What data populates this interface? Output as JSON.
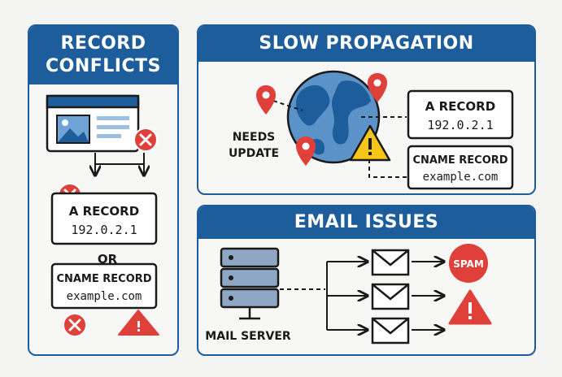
{
  "panels": {
    "record_conflicts": {
      "title": "RECORD\nCONFLICTS",
      "a_record_label": "A RECORD",
      "a_record_value": "192.0.2.1",
      "or": "OR",
      "cname_label": "CNAME RECORD",
      "cname_value": "example.com"
    },
    "slow_propagation": {
      "title": "SLOW PROPAGATION",
      "needs_update_1": "NEEDS",
      "needs_update_2": "UPDATE",
      "a_record_label": "A RECORD",
      "a_record_value": "192.0.2.1",
      "cname_label": "CNAME RECORD",
      "cname_value": "example.com"
    },
    "email_issues": {
      "title": "EMAIL ISSUES",
      "mail_server": "MAIL SERVER",
      "spam": "SPAM"
    }
  },
  "colors": {
    "brand_blue": "#1d5d9b",
    "error_red": "#e0403a",
    "warning_yellow": "#f5c518",
    "globe_blue": "#5b93c9"
  }
}
